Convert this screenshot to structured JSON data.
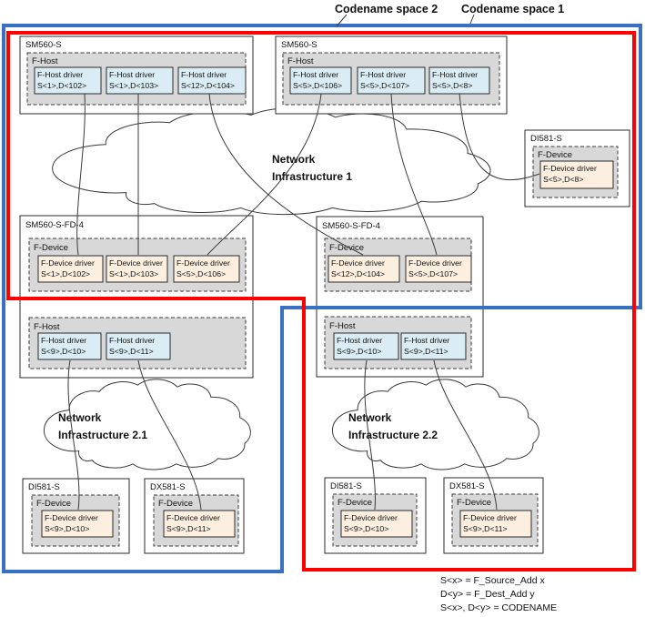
{
  "header": {
    "codename_space_2": "Codename space 2",
    "codename_space_1": "Codename space 1"
  },
  "clouds": {
    "net1": {
      "line1": "Network",
      "line2": "Infrastructure 1"
    },
    "net21": {
      "line1": "Network",
      "line2": "Infrastructure 2.1"
    },
    "net22": {
      "line1": "Network",
      "line2": "Infrastructure 2.2"
    }
  },
  "boxes": {
    "sm1": {
      "title": "SM560-S",
      "section": "F-Host",
      "drivers": [
        {
          "name": "F-Host driver",
          "code": "S<1>,D<102>"
        },
        {
          "name": "F-Host driver",
          "code": "S<1>,D<103>"
        },
        {
          "name": "F-Host driver",
          "code": "S<12>,D<104>"
        }
      ]
    },
    "sm2": {
      "title": "SM560-S",
      "section": "F-Host",
      "drivers": [
        {
          "name": "F-Host driver",
          "code": "S<5>,D<106>"
        },
        {
          "name": "F-Host driver",
          "code": "S<5>,D<107>"
        },
        {
          "name": "F-Host driver",
          "code": "S<5>,D<8>"
        }
      ]
    },
    "di_right": {
      "title": "DI581-S",
      "section": "F-Device",
      "drivers": [
        {
          "name": "F-Device driver",
          "code": "S<5>,D<8>"
        }
      ]
    },
    "fd4_left": {
      "title": "SM560-S-FD-4",
      "device_section": "F-Device",
      "device_drivers": [
        {
          "name": "F-Device driver",
          "code": "S<1>,D<102>"
        },
        {
          "name": "F-Device driver",
          "code": "S<1>,D<103>"
        },
        {
          "name": "F-Device driver",
          "code": "S<5>,D<106>"
        }
      ],
      "host_section": "F-Host",
      "host_drivers": [
        {
          "name": "F-Host driver",
          "code": "S<9>,D<10>"
        },
        {
          "name": "F-Host driver",
          "code": "S<9>,D<11>"
        }
      ]
    },
    "fd4_right": {
      "title": "SM560-S-FD-4",
      "device_section": "F-Device",
      "device_drivers": [
        {
          "name": "F-Device driver",
          "code": "S<12>,D<104>"
        },
        {
          "name": "F-Device driver",
          "code": "S<5>,D<107>"
        }
      ],
      "host_section": "F-Host",
      "host_drivers": [
        {
          "name": "F-Host driver",
          "code": "S<9>,D<10>"
        },
        {
          "name": "F-Host driver",
          "code": "S<9>,D<11>"
        }
      ]
    },
    "di_bottom_left": {
      "title": "DI581-S",
      "section": "F-Device",
      "drivers": [
        {
          "name": "F-Device driver",
          "code": "S<9>,D<10>"
        }
      ]
    },
    "dx_bottom_left": {
      "title": "DX581-S",
      "section": "F-Device",
      "drivers": [
        {
          "name": "F-Device driver",
          "code": "S<9>,D<11>"
        }
      ]
    },
    "di_bottom_right": {
      "title": "DI581-S",
      "section": "F-Device",
      "drivers": [
        {
          "name": "F-Device driver",
          "code": "S<9>,D<10>"
        }
      ]
    },
    "dx_bottom_right": {
      "title": "DX581-S",
      "section": "F-Device",
      "drivers": [
        {
          "name": "F-Device driver",
          "code": "S<9>,D<11>"
        }
      ]
    }
  },
  "legend": {
    "line1": "S<x> = F_Source_Add x",
    "line2": "D<y> = F_Dest_Add y",
    "line3": "S<x>, D<y> = CODENAME"
  },
  "colors": {
    "red": "#ff0000",
    "blue": "#3a70c2",
    "host_fill": "#daedf4",
    "device_fill": "#fcefdf",
    "section_fill": "#d8d8d8"
  }
}
